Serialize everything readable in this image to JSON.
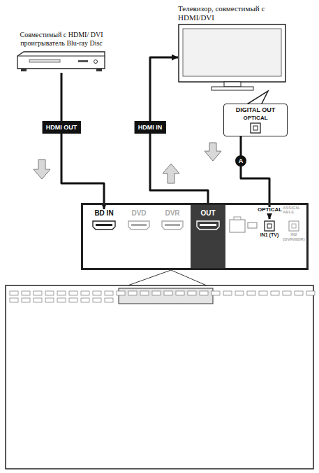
{
  "diagram": {
    "nodes": [
      {
        "text": [
          "Телевизор, совместимый с HDMI/DVI"
        ]
      },
      {
        "text": [
          "Совместимый с HDMI/ DVI проигрыватель Blu-ray Disc"
        ]
      },
      {
        "text": [
          "DIGITAL OUT",
          "OPTICAL"
        ]
      },
      {
        "text": [
          "OPTICAL",
          "ASSIGN- ABLE"
        ]
      },
      {
        "text": [
          "BD IN"
        ],
        "in": 3
      },
      {
        "text": [
          "DVD"
        ],
        "in": 3
      },
      {
        "text": [
          "DVR"
        ],
        "in": 3
      },
      {
        "text": [
          "OUT"
        ],
        "in": 3
      },
      {
        "text": [
          "IN1 (TV)"
        ],
        "in": 3
      },
      {
        "text": [
          "IN2 (DVR/BDR)"
        ],
        "in": 3
      }
    ],
    "edges": [
      {
        "from": 1,
        "to": 4,
        "arrow": "to",
        "label": "HDMI OUT"
      },
      {
        "from": 7,
        "to": 0,
        "arrow": "to",
        "label": "HDMI IN"
      },
      {
        "from": 2,
        "to": 8,
        "arrow": "to",
        "label": "A"
      }
    ]
  }
}
